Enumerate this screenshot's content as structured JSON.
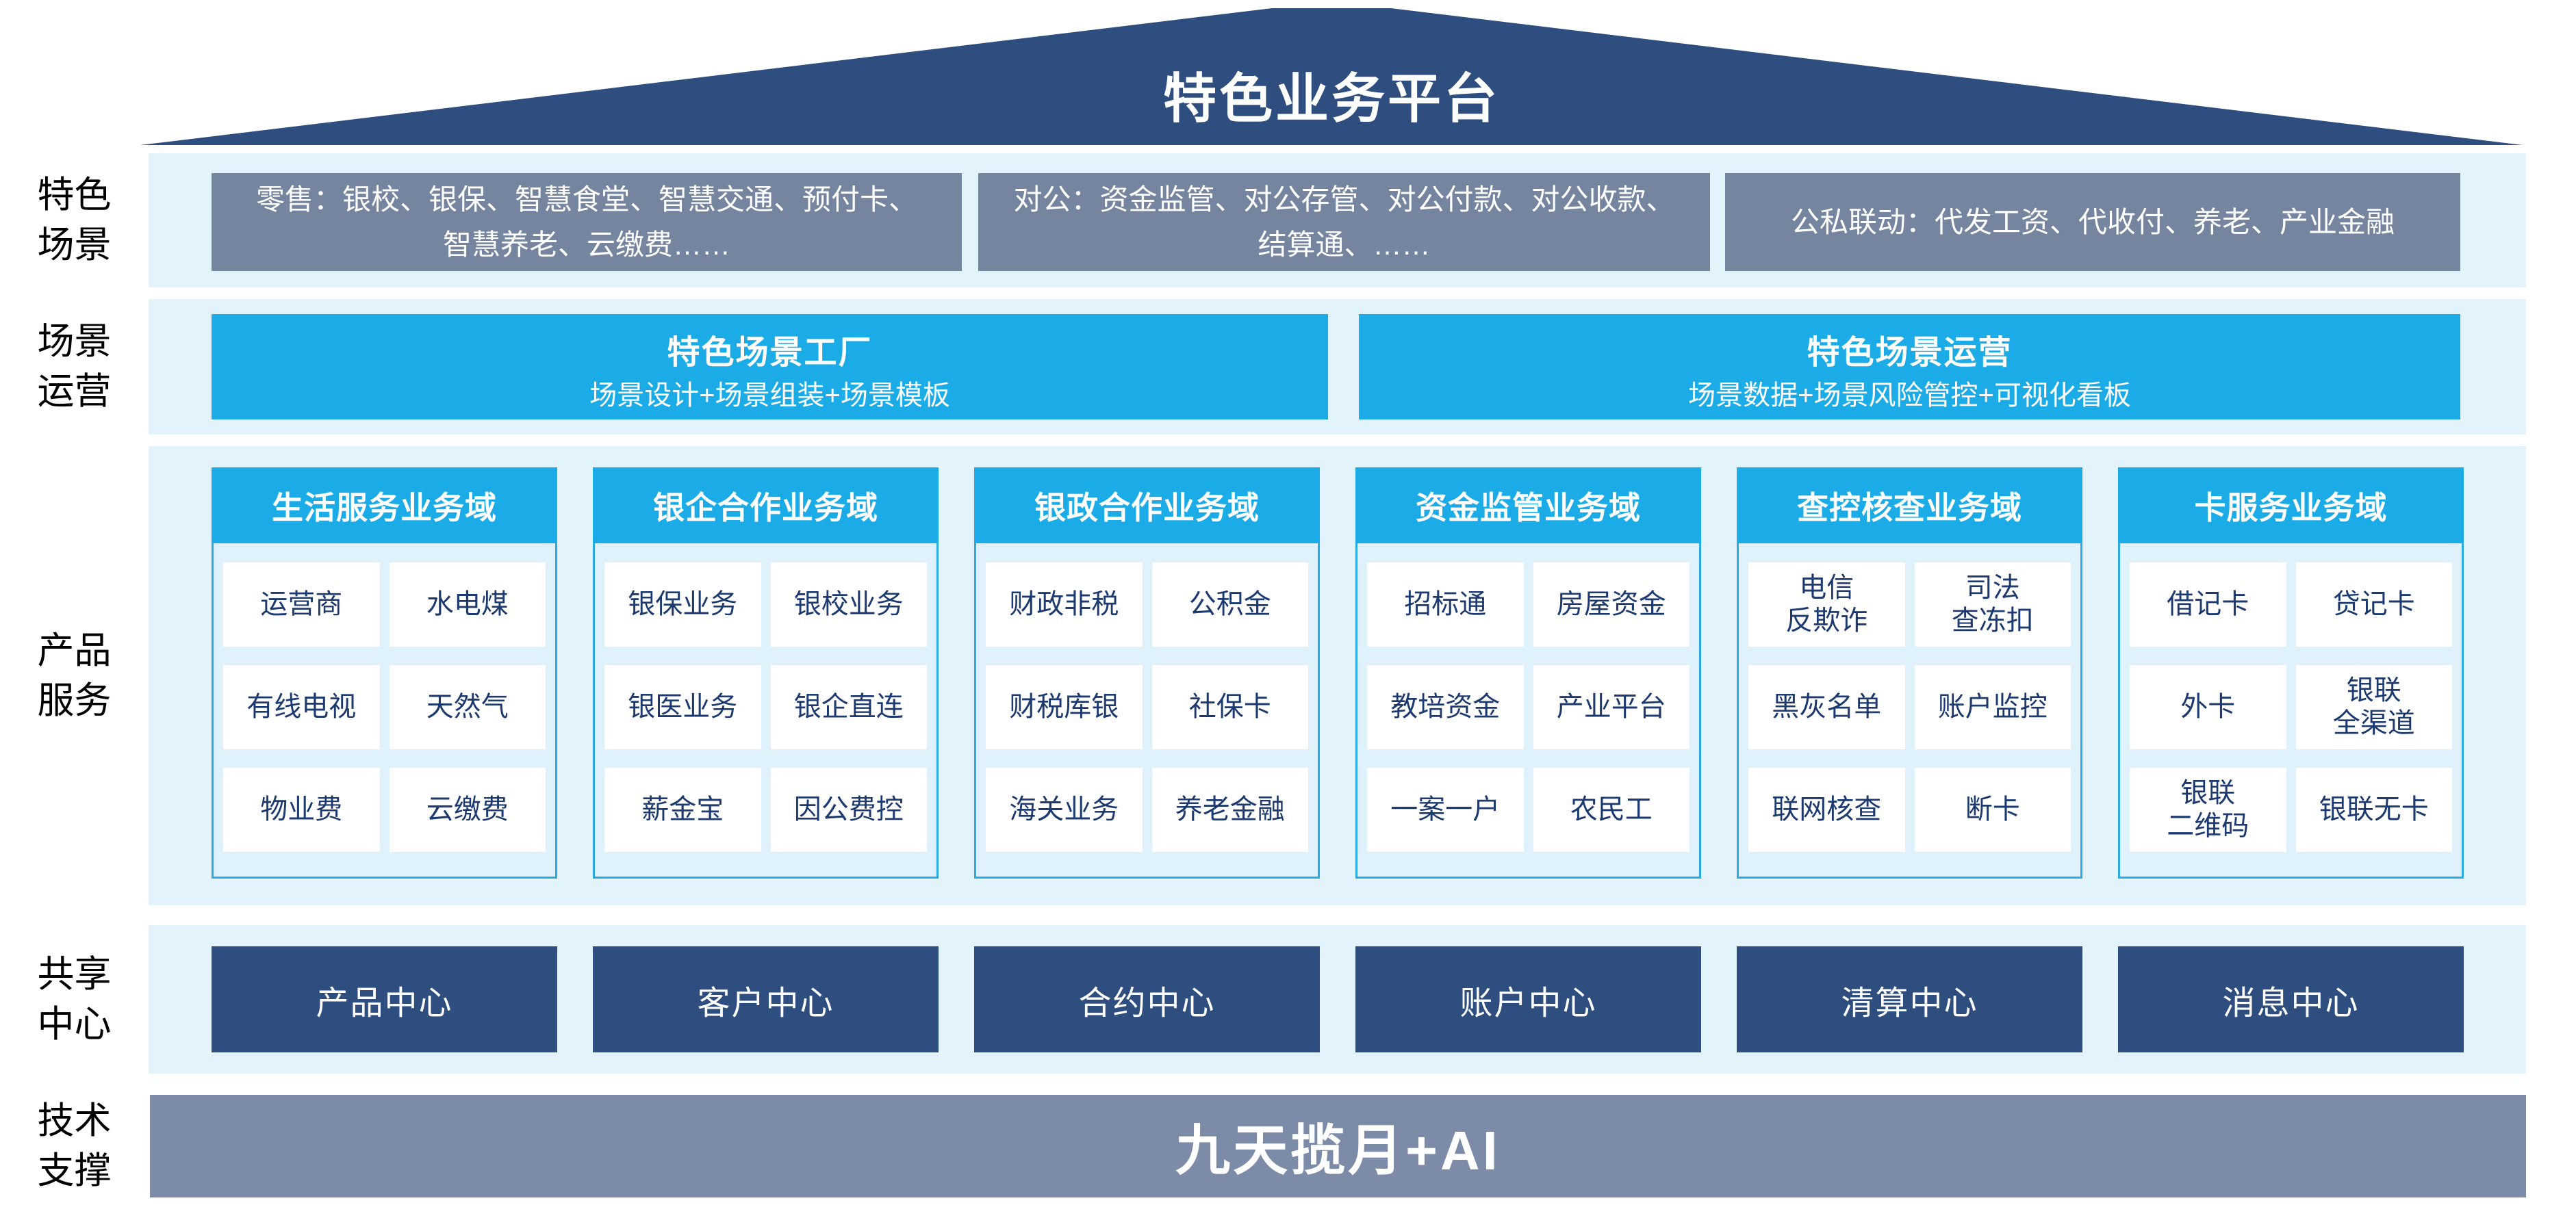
{
  "roof": {
    "title": "特色业务平台"
  },
  "side_labels": [
    {
      "text": "特色\n场景"
    },
    {
      "text": "场景\n运营"
    },
    {
      "text": "产品\n服务"
    },
    {
      "text": "共享\n中心"
    },
    {
      "text": "技术\n支撑"
    }
  ],
  "scene_row": {
    "boxes": [
      {
        "text": "零售：银校、银保、智慧食堂、智慧交通、预付卡、智慧养老、云缴费……"
      },
      {
        "text": "对公：资金监管、对公存管、对公付款、对公收款、结算通、……"
      },
      {
        "text": "公私联动：代发工资、代收付、养老、产业金融"
      }
    ]
  },
  "operation_row": {
    "boxes": [
      {
        "title": "特色场景工厂",
        "subtitle": "场景设计+场景组装+场景模板"
      },
      {
        "title": "特色场景运营",
        "subtitle": "场景数据+场景风险管控+可视化看板"
      }
    ]
  },
  "product_row": {
    "columns": [
      {
        "header": "生活服务业务域",
        "cells": [
          "运营商",
          "水电煤",
          "有线电视",
          "天然气",
          "物业费",
          "云缴费"
        ]
      },
      {
        "header": "银企合作业务域",
        "cells": [
          "银保业务",
          "银校业务",
          "银医业务",
          "银企直连",
          "薪金宝",
          "因公费控"
        ]
      },
      {
        "header": "银政合作业务域",
        "cells": [
          "财政非税",
          "公积金",
          "财税库银",
          "社保卡",
          "海关业务",
          "养老金融"
        ]
      },
      {
        "header": "资金监管业务域",
        "cells": [
          "招标通",
          "房屋资金",
          "教培资金",
          "产业平台",
          "一案一户",
          "农民工"
        ]
      },
      {
        "header": "查控核查业务域",
        "cells": [
          "电信\n反欺诈",
          "司法\n查冻扣",
          "黑灰名单",
          "账户监控",
          "联网核查",
          "断卡"
        ]
      },
      {
        "header": "卡服务业务域",
        "cells": [
          "借记卡",
          "贷记卡",
          "外卡",
          "银联\n全渠道",
          "银联\n二维码",
          "银联无卡"
        ]
      }
    ]
  },
  "shared_row": {
    "boxes": [
      "产品中心",
      "客户中心",
      "合约中心",
      "账户中心",
      "清算中心",
      "消息中心"
    ]
  },
  "tech_row": {
    "banner": "九天揽月+AI"
  },
  "colors": {
    "navy": "#2F4E80",
    "slate_gray": "#75849F",
    "banner_gray": "#7B8BA8",
    "cyan": "#1BACE8",
    "band_blue": "#E2F3FC",
    "cell_text_navy": "#1C3A70"
  }
}
